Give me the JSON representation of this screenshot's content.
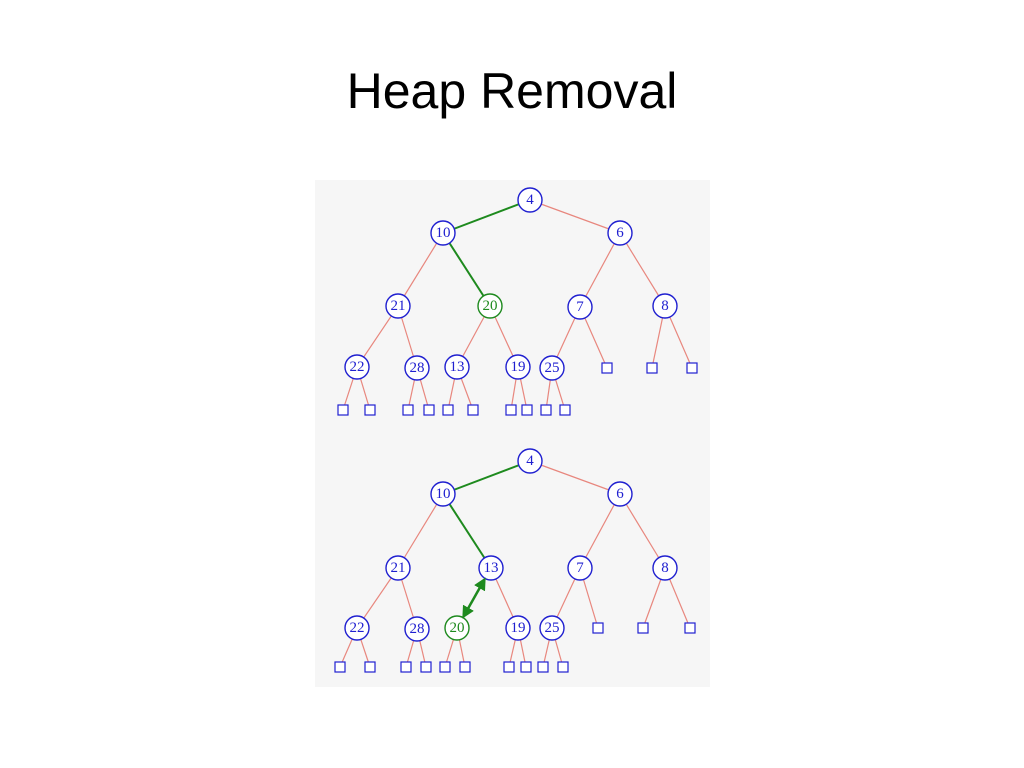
{
  "slide": {
    "title": "Heap Removal"
  },
  "colors": {
    "edge": "#e8877e",
    "node": "#2020d0",
    "highlight": "#1e8a1e",
    "panel_bg": "#f6f6f6"
  },
  "trees": [
    {
      "id": "before",
      "nodes": [
        {
          "id": "n4",
          "label": "4"
        },
        {
          "id": "n10",
          "label": "10"
        },
        {
          "id": "n6",
          "label": "6"
        },
        {
          "id": "n21",
          "label": "21"
        },
        {
          "id": "n20",
          "label": "20",
          "highlight": true
        },
        {
          "id": "n7",
          "label": "7"
        },
        {
          "id": "n8",
          "label": "8"
        },
        {
          "id": "n22",
          "label": "22"
        },
        {
          "id": "n28",
          "label": "28"
        },
        {
          "id": "n13",
          "label": "13"
        },
        {
          "id": "n19",
          "label": "19"
        },
        {
          "id": "n25",
          "label": "25"
        }
      ],
      "edges": [
        [
          "n4",
          "n10",
          true
        ],
        [
          "n4",
          "n6",
          false
        ],
        [
          "n10",
          "n21",
          false
        ],
        [
          "n10",
          "n20",
          true
        ],
        [
          "n6",
          "n7",
          false
        ],
        [
          "n6",
          "n8",
          false
        ],
        [
          "n21",
          "n22",
          false
        ],
        [
          "n21",
          "n28",
          false
        ],
        [
          "n20",
          "n13",
          false
        ],
        [
          "n20",
          "n19",
          false
        ],
        [
          "n7",
          "n25",
          false
        ],
        [
          "n7",
          "l1",
          false
        ],
        [
          "n8",
          "l2",
          false
        ],
        [
          "n8",
          "l3",
          false
        ],
        [
          "n22",
          "l4",
          false
        ],
        [
          "n22",
          "l5",
          false
        ],
        [
          "n28",
          "l6",
          false
        ],
        [
          "n28",
          "l7",
          false
        ],
        [
          "n13",
          "l8",
          false
        ],
        [
          "n13",
          "l9",
          false
        ],
        [
          "n19",
          "l10",
          false
        ],
        [
          "n19",
          "l11",
          false
        ],
        [
          "n25",
          "l12",
          false
        ],
        [
          "n25",
          "l13",
          false
        ]
      ]
    },
    {
      "id": "after",
      "nodes": [
        {
          "id": "n4",
          "label": "4"
        },
        {
          "id": "n10",
          "label": "10"
        },
        {
          "id": "n6",
          "label": "6"
        },
        {
          "id": "n21",
          "label": "21"
        },
        {
          "id": "n13",
          "label": "13"
        },
        {
          "id": "n7",
          "label": "7"
        },
        {
          "id": "n8",
          "label": "8"
        },
        {
          "id": "n22",
          "label": "22"
        },
        {
          "id": "n28",
          "label": "28"
        },
        {
          "id": "n20",
          "label": "20",
          "highlight": true
        },
        {
          "id": "n19",
          "label": "19"
        },
        {
          "id": "n25",
          "label": "25"
        }
      ],
      "edges": [
        [
          "n4",
          "n10",
          true
        ],
        [
          "n4",
          "n6",
          false
        ],
        [
          "n10",
          "n21",
          false
        ],
        [
          "n10",
          "n13",
          true
        ],
        [
          "n6",
          "n7",
          false
        ],
        [
          "n6",
          "n8",
          false
        ],
        [
          "n21",
          "n22",
          false
        ],
        [
          "n21",
          "n28",
          false
        ],
        [
          "n13",
          "n19",
          false
        ],
        [
          "n7",
          "n25",
          false
        ],
        [
          "n7",
          "l1",
          false
        ],
        [
          "n8",
          "l2",
          false
        ],
        [
          "n8",
          "l3",
          false
        ],
        [
          "n22",
          "l4",
          false
        ],
        [
          "n22",
          "l5",
          false
        ],
        [
          "n28",
          "l6",
          false
        ],
        [
          "n28",
          "l7",
          false
        ],
        [
          "n20",
          "l8",
          false
        ],
        [
          "n20",
          "l9",
          false
        ],
        [
          "n19",
          "l10",
          false
        ],
        [
          "n19",
          "l11",
          false
        ],
        [
          "n25",
          "l12",
          false
        ],
        [
          "n25",
          "l13",
          false
        ]
      ],
      "swap": [
        "n13",
        "n20"
      ]
    }
  ]
}
